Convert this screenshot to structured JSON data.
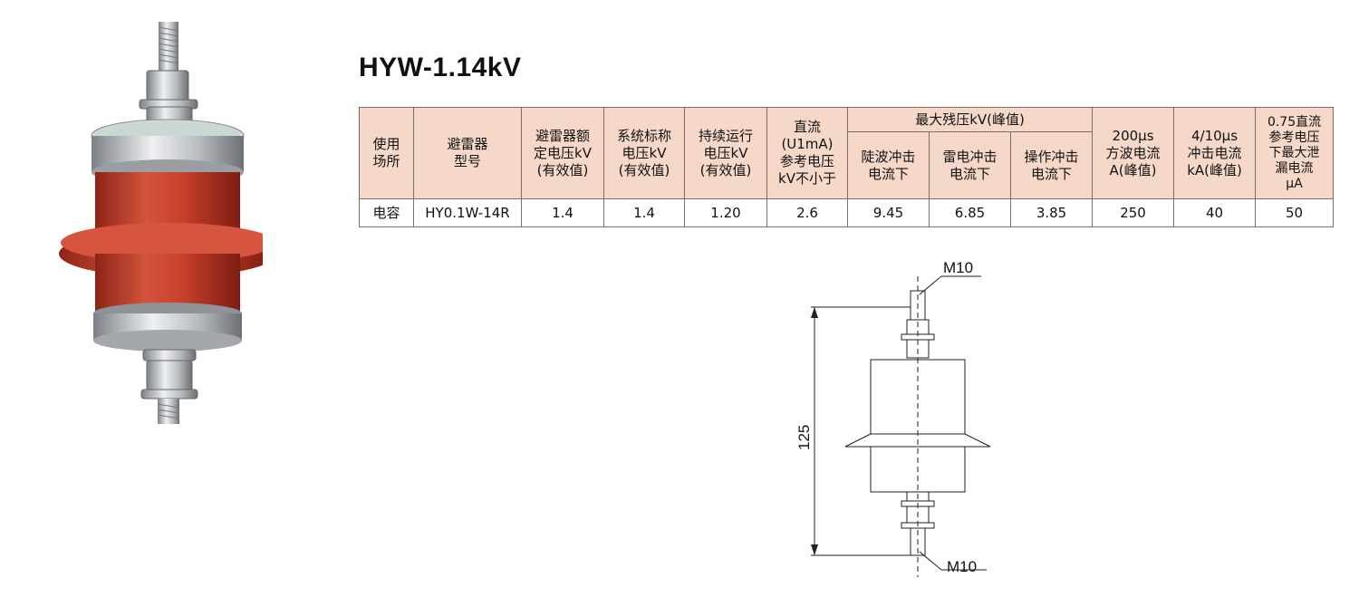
{
  "title": "HYW-1.14kV",
  "table": {
    "header_top": {
      "col1": "使用\n场所",
      "col2": "避雷器\n型号",
      "col3": "避雷器额\n定电压kV\n(有效值)",
      "col4": "系统标称\n电压kV\n(有效值)",
      "col5": "持续运行\n电压kV\n(有效值)",
      "col6": "直流\n(U1mA)\n参考电压\nkV不小于",
      "residual_group": "最大残压kV(峰值)",
      "col10": "200μs\n方波电流\nA(峰值)",
      "col11": "4/10μs\n冲击电流\nkA(峰值)",
      "col12": "0.75直流\n参考电压\n下最大泄\n漏电流\nμA"
    },
    "header_sub": {
      "steep": "陡波冲击\n电流下",
      "lightning": "雷电冲击\n电流下",
      "switching": "操作冲击\n电流下"
    },
    "row": {
      "place": "电容",
      "model": "HY0.1W-14R",
      "rated_voltage": "1.4",
      "system_voltage": "1.4",
      "continuous_voltage": "1.20",
      "dc_ref_voltage": "2.6",
      "steep_residual": "9.45",
      "lightning_residual": "6.85",
      "switching_residual": "3.85",
      "square_wave": "250",
      "impulse_current": "40",
      "leakage": "50"
    }
  },
  "drawing": {
    "top_thread": "M10",
    "bottom_thread": "M10",
    "height_dim": "125"
  },
  "colors": {
    "header_bg": "#f6d8c9",
    "insulator_red": "#c8402c",
    "metal": "#b9bcc0"
  }
}
